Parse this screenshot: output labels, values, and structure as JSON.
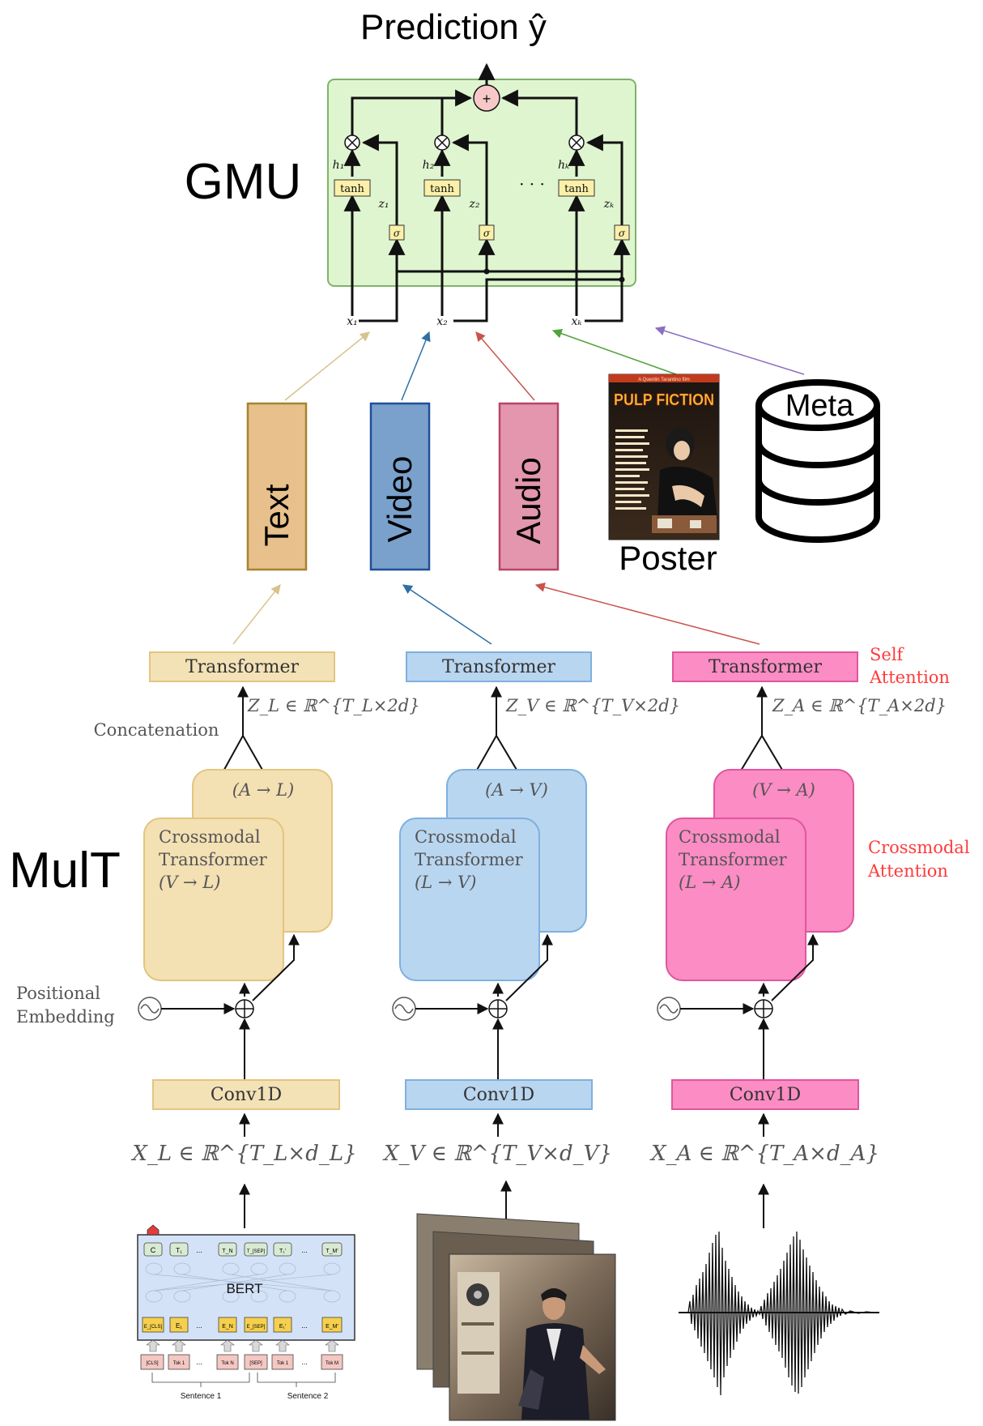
{
  "title": "Prediction ŷ",
  "labels": {
    "gmu": "GMU",
    "mult": "MulT",
    "concatenation": "Concatenation",
    "positional_embedding": [
      "Positional",
      "Embedding"
    ],
    "self_attention": [
      "Self",
      "Attention"
    ],
    "crossmodal_attention": [
      "Crossmodal",
      "Attention"
    ]
  },
  "gmu": {
    "plus": "+",
    "times": "×",
    "dots": "· · ·",
    "units": [
      {
        "h": "h₁",
        "z": "z₁",
        "x": "x₁",
        "tanh": "tanh",
        "sigma": "σ"
      },
      {
        "h": "h₂",
        "z": "z₂",
        "x": "x₂",
        "tanh": "tanh",
        "sigma": "σ"
      },
      {
        "h": "hₖ",
        "z": "zₖ",
        "x": "xₖ",
        "tanh": "tanh",
        "sigma": "σ"
      }
    ]
  },
  "modalities": [
    {
      "label": "Text",
      "fill": "#e8c08c",
      "stroke": "#a68330"
    },
    {
      "label": "Video",
      "fill": "#7aa1cc",
      "stroke": "#1f4f99"
    },
    {
      "label": "Audio",
      "fill": "#e396ae",
      "stroke": "#b84466"
    }
  ],
  "poster": {
    "caption": "Poster",
    "title": "PULP FICTION",
    "tagline": "A Quentin Tarantino film"
  },
  "meta": {
    "label": "Meta"
  },
  "mult": {
    "streams": [
      {
        "transformer": "Transformer",
        "z": "Z_L ∈ ℝ^{T_L×2d}",
        "back": "(A → L)",
        "front": [
          "Crossmodal",
          "Transformer",
          "(V → L)"
        ],
        "conv": "Conv1D",
        "x": "X_L ∈ ℝ^{T_L×d_L}",
        "fill": "#f3e0b3",
        "stroke": "#e3c57f",
        "box": "#f4e2b7"
      },
      {
        "transformer": "Transformer",
        "z": "Z_V ∈ ℝ^{T_V×2d}",
        "back": "(A → V)",
        "front": [
          "Crossmodal",
          "Transformer",
          "(L → V)"
        ],
        "conv": "Conv1D",
        "x": "X_V ∈ ℝ^{T_V×d_V}",
        "fill": "#b9d6f0",
        "stroke": "#7fb0df",
        "box": "#b9d6f0"
      },
      {
        "transformer": "Transformer",
        "z": "Z_A ∈ ℝ^{T_A×2d}",
        "back": "(V → A)",
        "front": [
          "Crossmodal",
          "Transformer",
          "(L → A)"
        ],
        "conv": "Conv1D",
        "x": "X_A ∈ ℝ^{T_A×d_A}",
        "fill": "#fb8cc4",
        "stroke": "#e0569d",
        "box": "#fb8cc4"
      }
    ]
  },
  "bert": {
    "label": "BERT",
    "top_tokens": [
      "C",
      "T₁",
      "...",
      "T_N",
      "T_[SEP]",
      "T₁'",
      "...",
      "T_M'"
    ],
    "emb_tokens": [
      "E_[CLS]",
      "E₁",
      "...",
      "E_N",
      "E_[SEP]",
      "E₁'",
      "...",
      "E_M'"
    ],
    "input_tokens": [
      "[CLS]",
      "Tok 1",
      "...",
      "Tok N",
      "[SEP]",
      "Tok 1",
      "...",
      "Tok M"
    ],
    "sentence1": "Sentence 1",
    "sentence2": "Sentence 2"
  },
  "colors": {
    "gmu_fill": "#dff5d0",
    "gmu_stroke": "#7fb36a",
    "tanh_fill": "#fbf0a8",
    "sum_fill": "#f8c8c8",
    "arrow_text": "#d6c38d",
    "arrow_video": "#2e6fa3",
    "arrow_audio": "#c9544c",
    "arrow_poster": "#4fa33d",
    "arrow_meta": "#8b6fc2",
    "red_label": "#ff3b3b"
  }
}
